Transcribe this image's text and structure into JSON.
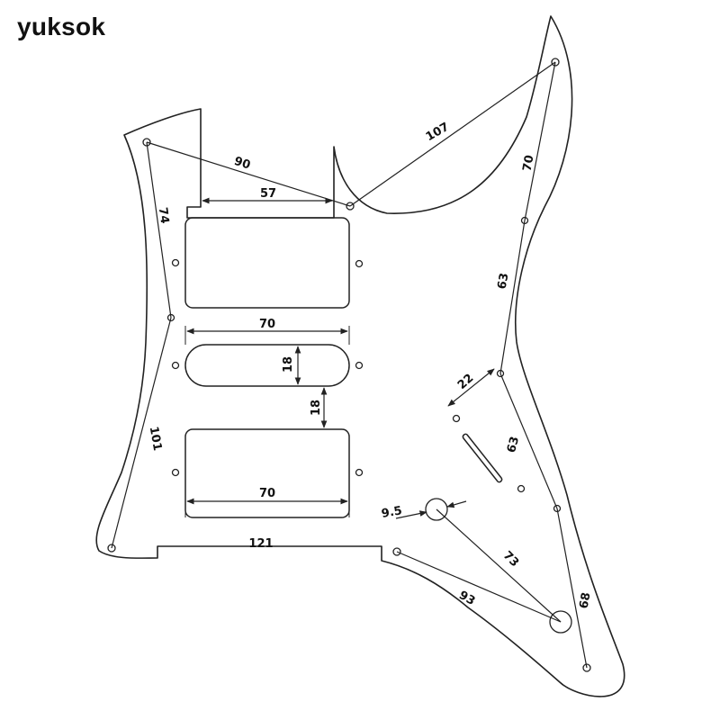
{
  "brand": "yuksok",
  "dimensions": {
    "d107": "107",
    "d90": "90",
    "d57": "57",
    "d74": "74",
    "d70_top_right": "70",
    "d63_right": "63",
    "d70_middle": "70",
    "d18_pickup": "18",
    "d18_gap": "18",
    "d22": "22",
    "d63_slot": "63",
    "d101": "101",
    "d70_bottom": "70",
    "d9_5": "9.5",
    "d121": "121",
    "d73": "73",
    "d93": "93",
    "d68": "68"
  },
  "colors": {
    "line": "#222222",
    "background": "#ffffff"
  }
}
